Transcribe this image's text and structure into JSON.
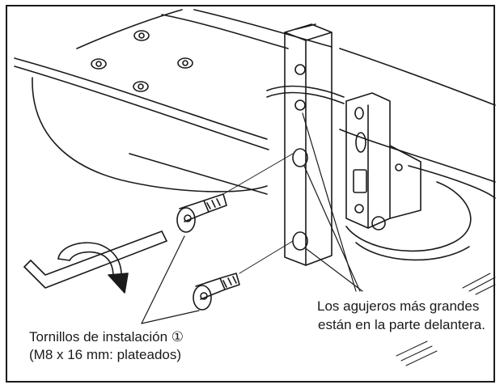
{
  "labels": {
    "holes_line1": "Los agujeros más grandes",
    "holes_line2": "están en la parte delantera.",
    "screws_line1": "Tornillos de instalación ①",
    "screws_line2": "(M8 x 16 mm: plateados)"
  },
  "colors": {
    "line": "#1a1a1a",
    "background": "#ffffff"
  },
  "icons": [
    "hex-key-icon",
    "rotation-arrow-icon",
    "screw-icon",
    "bracket-icon"
  ]
}
